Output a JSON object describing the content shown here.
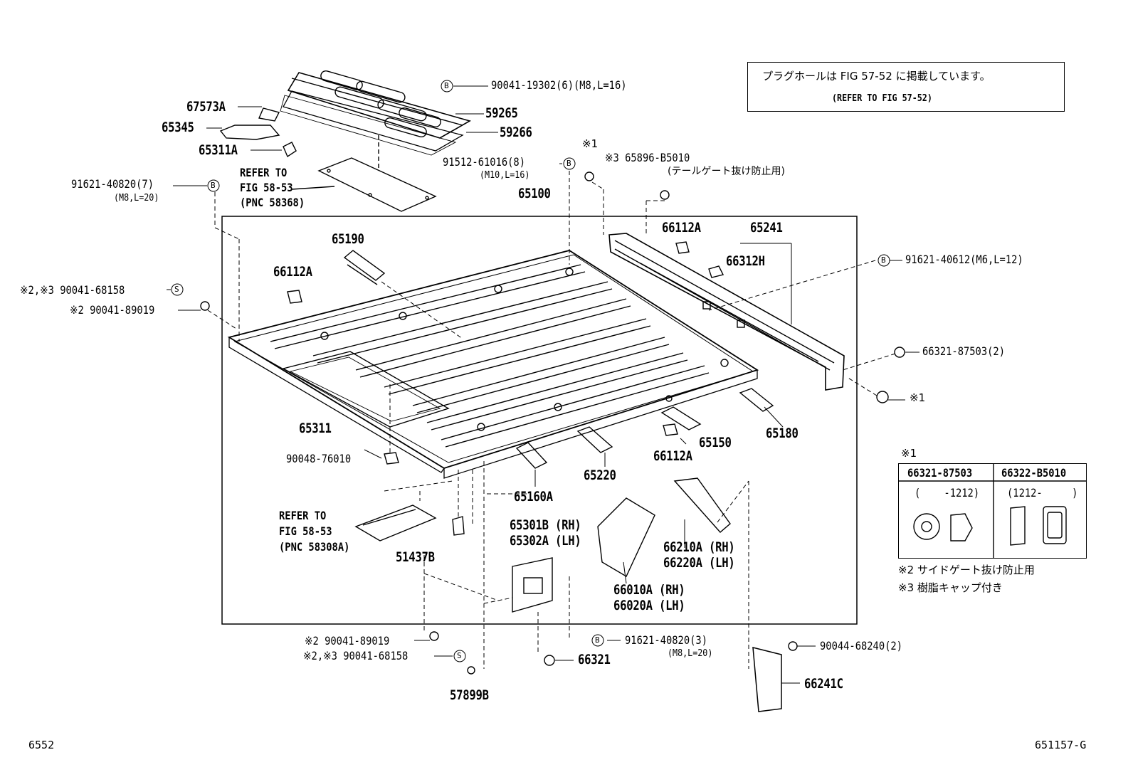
{
  "note_box": {
    "line1": "プラグホールは FIG 57-52 に掲載しています。",
    "line2": "(REFER TO FIG 57-52)"
  },
  "parts": {
    "p90041_19302": "90041-19302(6)(M8,L=16)",
    "p59265": "59265",
    "p59266": "59266",
    "p67573A": "67573A",
    "p65345": "65345",
    "p65311A": "65311A",
    "p91621_40820_7": "91621-40820(7)",
    "p91621_40820_7_sub": "(M8,L=20)",
    "ref1_l1": "REFER TO",
    "ref1_l2": "FIG 58-53",
    "ref1_l3": "(PNC 58368)",
    "p91512_61016": "91512-61016(8)",
    "p91512_61016_sub": "(M10,L=16)",
    "note1_a": "※1",
    "p65896": "※3 65896-B5010",
    "p65896_sub": "(テールゲート抜け防止用)",
    "p65100": "65100",
    "p66112A_top": "66112A",
    "p65241": "65241",
    "p65190": "65190",
    "p66312H": "66312H",
    "p91621_40612": "91621-40612(M6,L=12)",
    "p66112A_left": "66112A",
    "p90041_68158_a": "※2,※3 90041-68158",
    "p90041_89019_a": "※2 90041-89019",
    "p66321_87503_2": "66321-87503(2)",
    "note1_b": "※1",
    "p65311": "65311",
    "p65150": "65150",
    "p65180": "65180",
    "p66112A_bot": "66112A",
    "p90048_76010": "90048-76010",
    "p65220": "65220",
    "p65160A": "65160A",
    "ref2_l1": "REFER TO",
    "ref2_l2": "FIG 58-53",
    "ref2_l3": "(PNC 58308A)",
    "p65301B": "65301B (RH)",
    "p65302A": "65302A (LH)",
    "p51437B": "51437B",
    "p66210A": "66210A (RH)",
    "p66220A": "66220A (LH)",
    "p66010A": "66010A (RH)",
    "p66020A": "66020A (LH)",
    "p90041_89019_b": "※2 90041-89019",
    "p90041_68158_b": "※2,※3 90041-68158",
    "p91621_40820_3": "91621-40820(3)",
    "p91621_40820_3_sub": "(M8,L=20)",
    "p66321": "66321",
    "p90044_68240": "90044-68240(2)",
    "p66241C": "66241C",
    "p57899B": "57899B"
  },
  "legend": {
    "title": "※1",
    "col1_part": "66321-87503",
    "col1_range": "(    -1212)",
    "col2_part": "66322-B5010",
    "col2_range": "(1212-     )"
  },
  "footnotes": {
    "n2": "※2 サイドゲート抜け防止用",
    "n3": "※3 樹脂キャップ付き"
  },
  "corner": {
    "left": "6552",
    "right": "651157-G"
  },
  "bolt_marks": {
    "b": "B",
    "s": "S"
  }
}
